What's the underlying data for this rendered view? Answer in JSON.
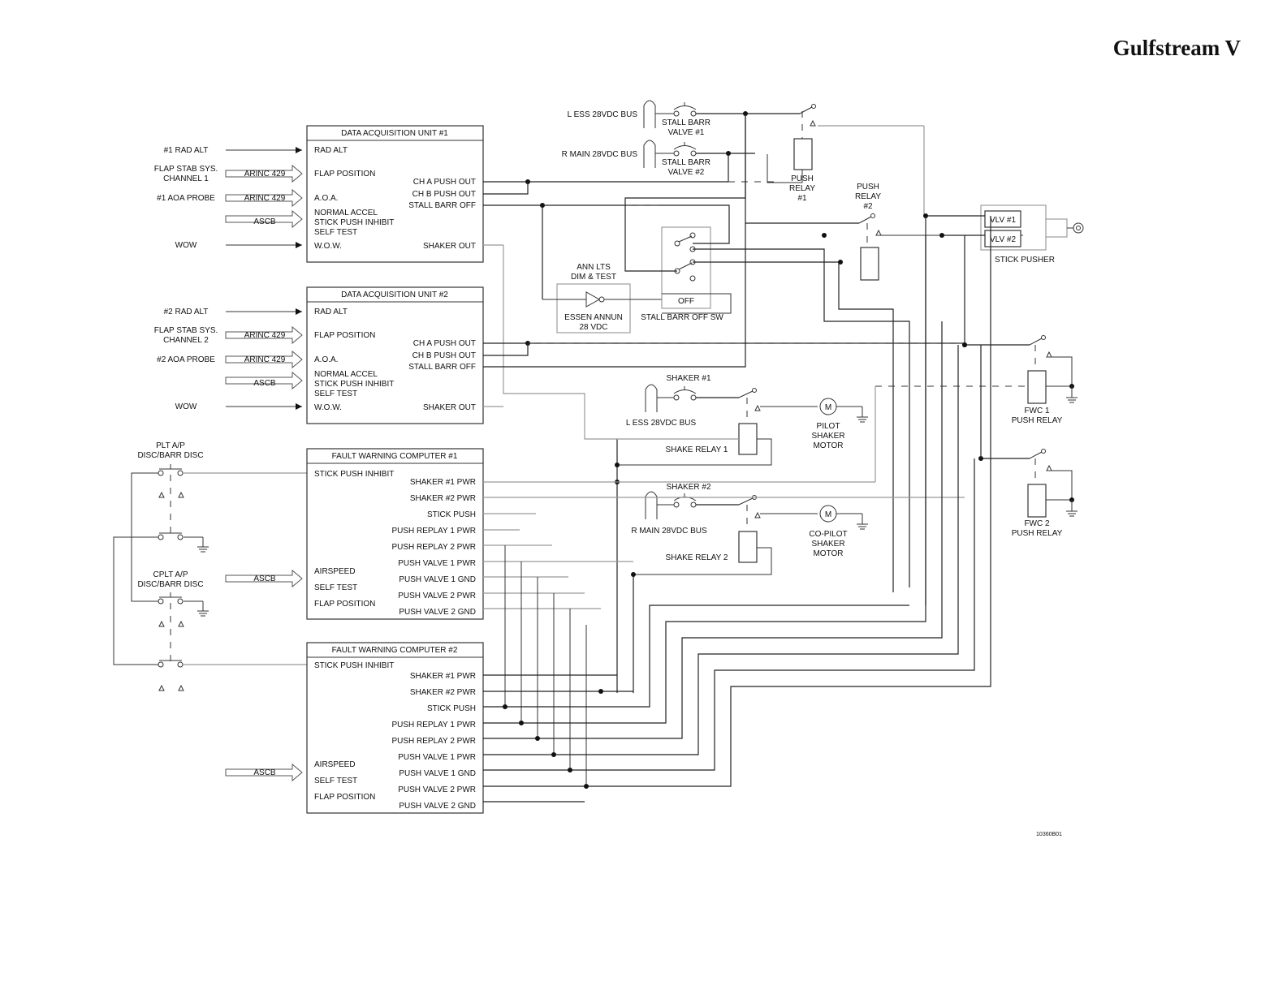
{
  "brand": "Gulfstream V",
  "drawing_number": "10360B01",
  "inputs": {
    "rad_alt_1": "#1 RAD ALT",
    "flap_stab_1a": "FLAP STAB SYS.",
    "flap_stab_1b": "CHANNEL 1",
    "aoa_1": "#1 AOA PROBE",
    "wow_1": "WOW",
    "rad_alt_2": "#2 RAD ALT",
    "flap_stab_2a": "FLAP STAB SYS.",
    "flap_stab_2b": "CHANNEL 2",
    "aoa_2": "#2 AOA PROBE",
    "wow_2": "WOW",
    "arinc": "ARINC 429",
    "ascb": "ASCB"
  },
  "dau1": {
    "title": "DATA ACQUISITION UNIT #1",
    "left": [
      "RAD ALT",
      "FLAP POSITION",
      "A.O.A.",
      "NORMAL ACCEL",
      "STICK PUSH INHIBIT",
      "SELF TEST",
      "W.O.W."
    ],
    "right": [
      "CH A PUSH OUT",
      "CH B PUSH OUT",
      "STALL BARR OFF",
      "SHAKER OUT"
    ]
  },
  "dau2": {
    "title": "DATA ACQUISITION UNIT #2",
    "left": [
      "RAD ALT",
      "FLAP POSITION",
      "A.O.A.",
      "NORMAL ACCEL",
      "STICK PUSH INHIBIT",
      "SELF TEST",
      "W.O.W."
    ],
    "right": [
      "CH A PUSH OUT",
      "CH B PUSH OUT",
      "STALL BARR OFF",
      "SHAKER OUT"
    ]
  },
  "fwc1": {
    "title": "FAULT WARNING COMPUTER #1",
    "left": [
      "STICK PUSH INHIBIT",
      "AIRSPEED",
      "SELF TEST",
      "FLAP POSITION"
    ],
    "right": [
      "SHAKER #1 PWR",
      "SHAKER #2 PWR",
      "STICK PUSH",
      "PUSH REPLAY 1 PWR",
      "PUSH REPLAY 2 PWR",
      "PUSH VALVE 1 PWR",
      "PUSH VALVE 1 GND",
      "PUSH VALVE 2 PWR",
      "PUSH VALVE 2 GND"
    ]
  },
  "fwc2": {
    "title": "FAULT WARNING COMPUTER #2",
    "left": [
      "STICK PUSH INHIBIT",
      "AIRSPEED",
      "SELF TEST",
      "FLAP POSITION"
    ],
    "right": [
      "SHAKER #1 PWR",
      "SHAKER #2 PWR",
      "STICK PUSH",
      "PUSH REPLAY 1 PWR",
      "PUSH REPLAY 2 PWR",
      "PUSH VALVE 1 PWR",
      "PUSH VALVE 1 GND",
      "PUSH VALVE 2 PWR",
      "PUSH VALVE 2 GND"
    ]
  },
  "disc": {
    "plt_a": "PLT A/P",
    "plt_b": "DISC/BARR DISC",
    "cplt_a": "CPLT A/P",
    "cplt_b": "DISC/BARR DISC"
  },
  "components": {
    "l_ess_bus": "L ESS 28VDC BUS",
    "r_main_bus": "R MAIN 28VDC BUS",
    "stall_barr_v1a": "STALL BARR",
    "stall_barr_v1b": "VALVE #1",
    "stall_barr_v2a": "STALL BARR",
    "stall_barr_v2b": "VALVE #2",
    "push_relay1a": "PUSH",
    "push_relay1b": "RELAY",
    "push_relay1c": "#1",
    "push_relay2a": "PUSH",
    "push_relay2b": "RELAY",
    "push_relay2c": "#2",
    "vlv1": "VLV #1",
    "vlv2": "VLV #2",
    "stick_pusher": "STICK PUSHER",
    "ann_lts_a": "ANN LTS",
    "ann_lts_b": "DIM & TEST",
    "essen_annun_a": "ESSEN ANNUN",
    "essen_annun_b": "28 VDC",
    "off": "OFF",
    "stall_barr_off_sw": "STALL BARR OFF SW",
    "shaker1": "SHAKER #1",
    "shaker2": "SHAKER #2",
    "l_ess_bus_2": "L ESS 28VDC BUS",
    "r_main_bus_2": "R MAIN 28VDC BUS",
    "shake_relay1": "SHAKE RELAY 1",
    "shake_relay2": "SHAKE RELAY 2",
    "motor_m": "M",
    "pilot_shaker_a": "PILOT",
    "pilot_shaker_b": "SHAKER",
    "pilot_shaker_c": "MOTOR",
    "copilot_shaker_a": "CO-PILOT",
    "copilot_shaker_b": "SHAKER",
    "copilot_shaker_c": "MOTOR",
    "fwc1_relay_a": "FWC 1",
    "fwc1_relay_b": "PUSH RELAY",
    "fwc2_relay_a": "FWC 2",
    "fwc2_relay_b": "PUSH RELAY"
  }
}
